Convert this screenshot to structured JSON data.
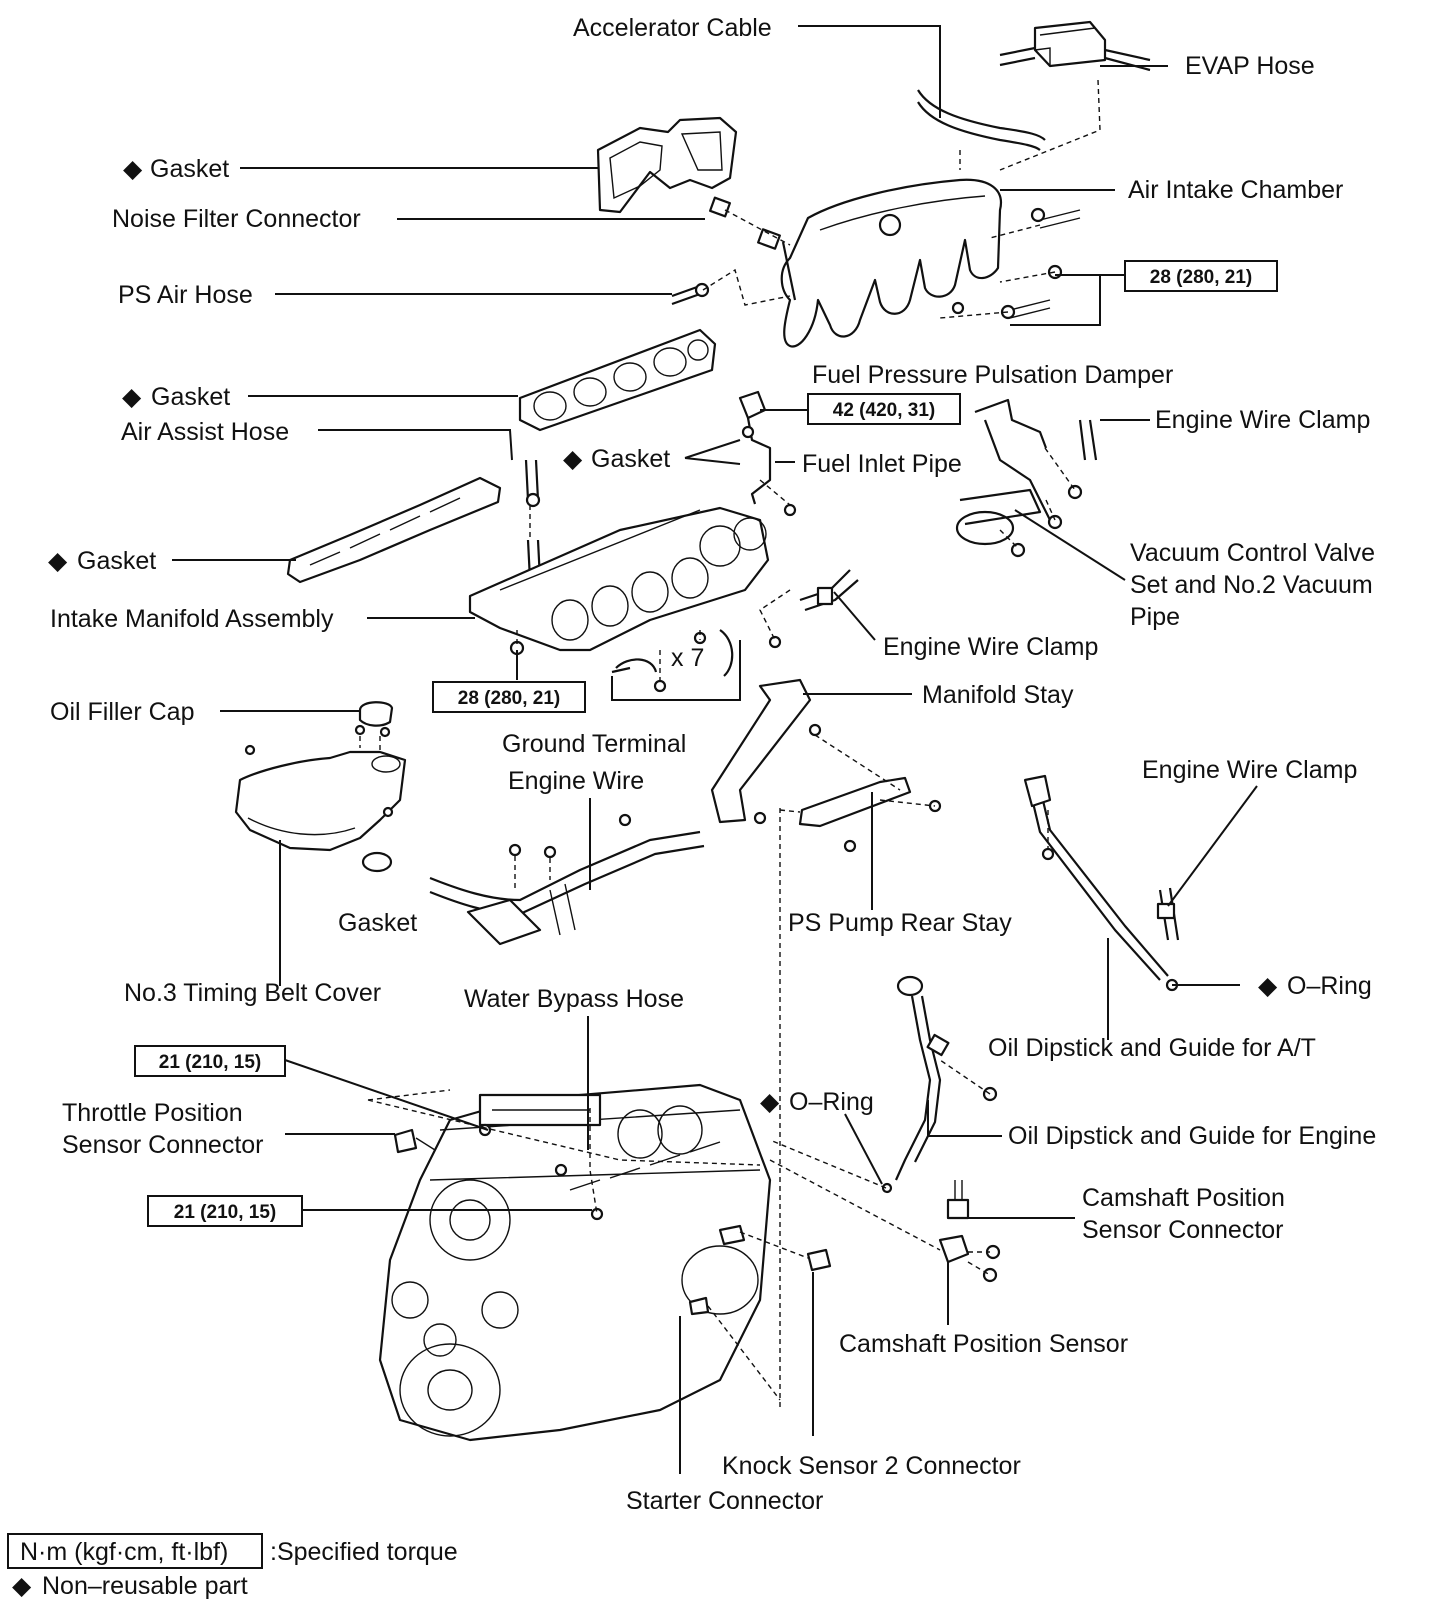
{
  "labels": {
    "accelerator_cable": "Accelerator Cable",
    "evap_hose": "EVAP Hose",
    "gasket_top": "Gasket",
    "noise_filter_connector": "Noise Filter Connector",
    "air_intake_chamber": "Air Intake Chamber",
    "ps_air_hose": "PS Air Hose",
    "fuel_pressure_pulsation_damper": "Fuel Pressure Pulsation Damper",
    "gasket_mid": "Gasket",
    "air_assist_hose": "Air Assist Hose",
    "engine_wire_clamp_1": "Engine Wire Clamp",
    "gasket_fuel": "Gasket",
    "fuel_inlet_pipe": "Fuel Inlet Pipe",
    "gasket_manifold": "Gasket",
    "vcv_line1": "Vacuum Control Valve",
    "vcv_line2": "Set and No.2 Vacuum",
    "vcv_line3": "Pipe",
    "intake_manifold_assembly": "Intake Manifold Assembly",
    "engine_wire_clamp_2": "Engine Wire Clamp",
    "x7": "x 7",
    "oil_filler_cap": "Oil Filler Cap",
    "manifold_stay": "Manifold Stay",
    "ground_terminal": "Ground Terminal",
    "engine_wire": "Engine Wire",
    "engine_wire_clamp_3": "Engine Wire Clamp",
    "gasket_cover": "Gasket",
    "ps_pump_rear_stay": "PS Pump Rear Stay",
    "o_ring_at": "O–Ring",
    "no3_timing_belt_cover": "No.3 Timing Belt Cover",
    "water_bypass_hose": "Water Bypass Hose",
    "oil_dipstick_at": "Oil Dipstick and Guide for A/T",
    "o_ring_engine": "O–Ring",
    "tps_line1": "Throttle Position",
    "tps_line2": "Sensor Connector",
    "oil_dipstick_engine": "Oil Dipstick and Guide for Engine",
    "cps_conn_line1": "Camshaft Position",
    "cps_conn_line2": "Sensor Connector",
    "camshaft_position_sensor": "Camshaft Position Sensor",
    "knock_sensor_2_connector": "Knock Sensor 2 Connector",
    "starter_connector": "Starter Connector"
  },
  "torque_specs": {
    "chamber": "28 (280, 21)",
    "fuel_inlet": "42 (420, 31)",
    "manifold": "28 (280, 21)",
    "tps_upper": "21 (210, 15)",
    "tps_lower": "21 (210, 15)"
  },
  "legend": {
    "unit_box": "N·m (kgf·cm, ft·lbf)",
    "unit_text": ":Specified torque",
    "nonreusable_symbol": "◆",
    "nonreusable_text": "Non–reusable part"
  },
  "non_reusable_marker": "◆"
}
